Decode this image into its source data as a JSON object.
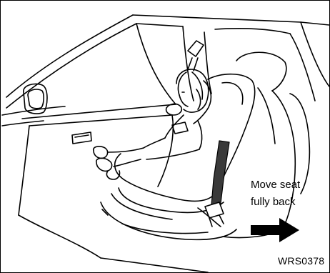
{
  "caption": {
    "line1": "Move seat",
    "line2": "fully back"
  },
  "figure_code": "WRS0378",
  "colors": {
    "ink": "#000000",
    "paper": "#ffffff",
    "belt_fill": "#3a3a3a"
  },
  "icons": {
    "arrow": "right-arrow-icon"
  }
}
